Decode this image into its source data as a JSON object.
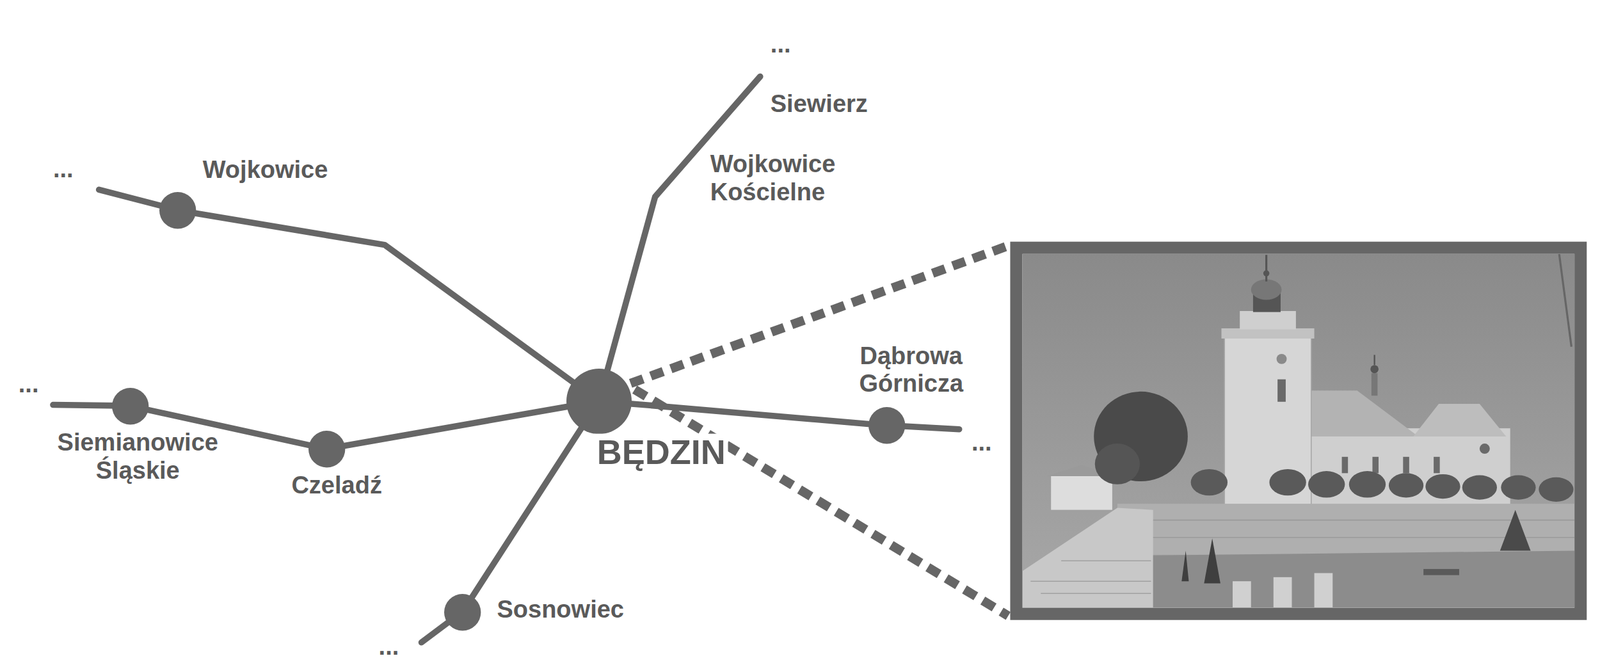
{
  "diagram": {
    "nodes": [
      {
        "text": [
          "Wojkowice"
        ]
      },
      {
        "text": [
          "BĘDZIN"
        ]
      },
      {
        "text": [
          "Siemianowice Śląskie"
        ]
      },
      {
        "text": [
          "Dąbrowa Górnicza"
        ]
      },
      {
        "text": [
          "Czeladź"
        ]
      },
      {
        "text": [
          "Sosnowiec"
        ]
      }
    ],
    "edges": [
      {
        "from": 0,
        "to": 1,
        "arrow": "none"
      },
      {
        "from": 2,
        "to": 4,
        "arrow": "none"
      },
      {
        "from": 4,
        "to": 1,
        "arrow": "none"
      },
      {
        "from": 1,
        "to": 5,
        "arrow": "none"
      },
      {
        "from": 1,
        "to": 3,
        "arrow": "none"
      }
    ],
    "labels": [
      "...",
      "Siewierz",
      "Wojkowice Kościelne",
      "...",
      "...",
      "...",
      "..."
    ]
  }
}
